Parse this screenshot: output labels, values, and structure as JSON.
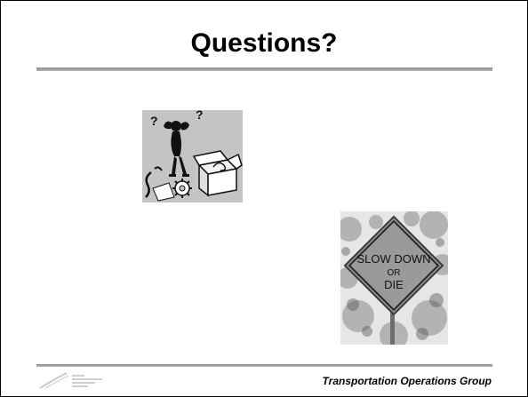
{
  "slide": {
    "title": "Questions?",
    "footer": {
      "organization": "Transportation Operations Group",
      "logo_icon": "agency-logo-icon"
    },
    "images": {
      "clipart": {
        "icon": "confused-person-clipart-icon",
        "question_marks": [
          "?",
          "?"
        ]
      },
      "road_sign": {
        "icon": "road-sign-photo-icon",
        "sign_lines": [
          "SLOW DOWN",
          "OR",
          "DIE"
        ],
        "sign_color": "#9a9a9a"
      }
    }
  }
}
